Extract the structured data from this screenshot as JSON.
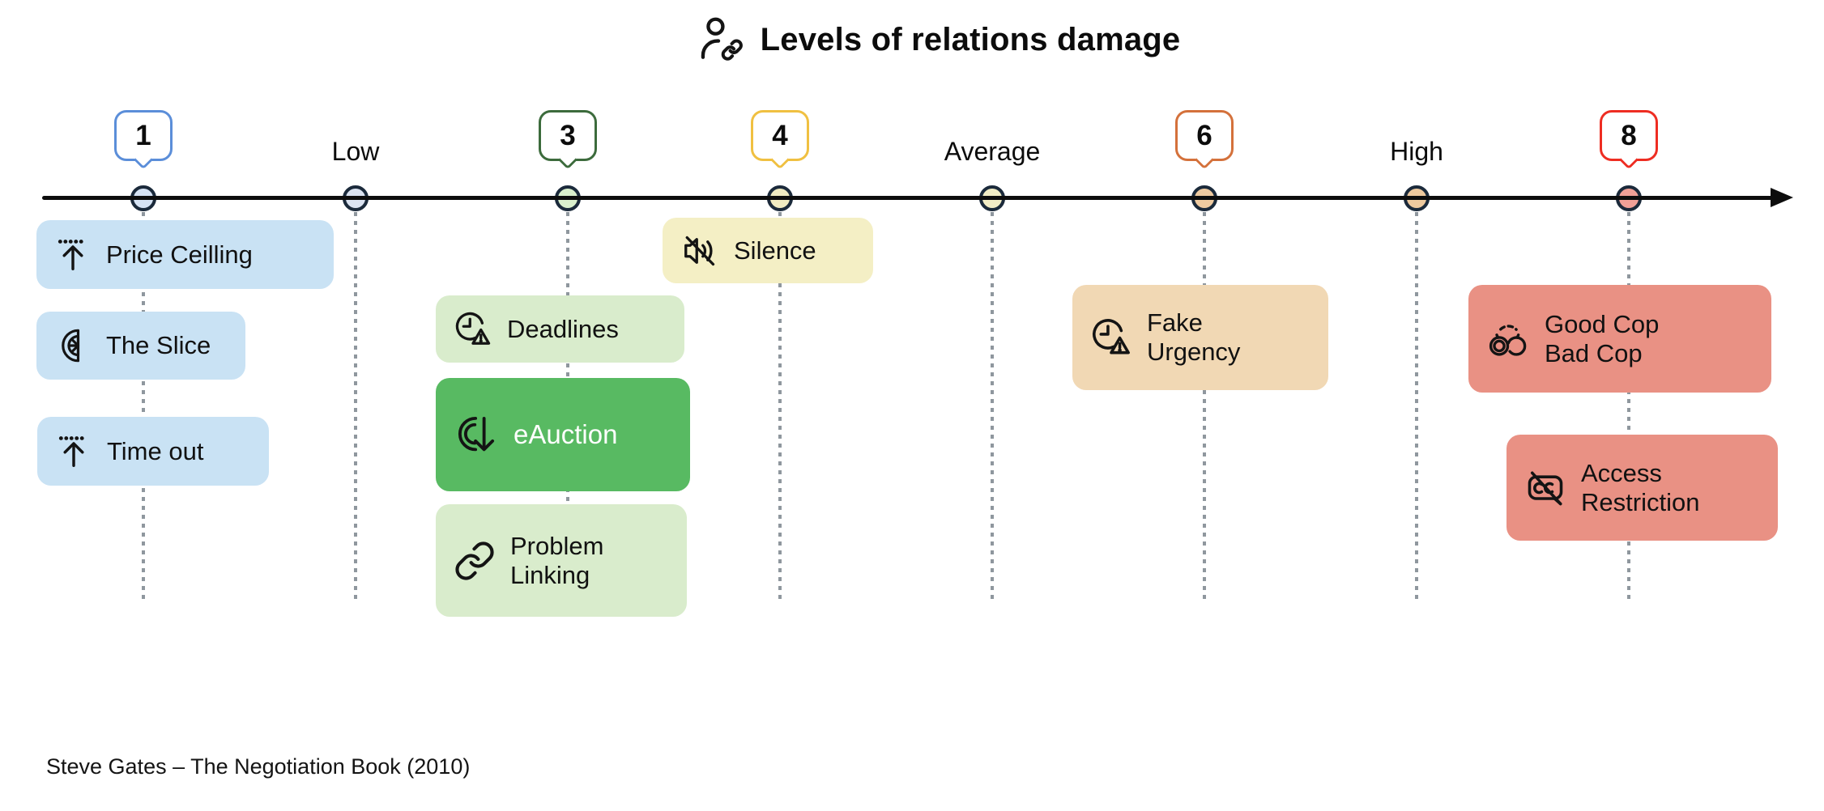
{
  "title": {
    "icon": "person-link-icon",
    "text": "Levels of relations damage"
  },
  "axis": {
    "line_color": "#0d0d0d",
    "point_border_color": "#1b2a3b",
    "guide_color": "#8f979e"
  },
  "markers": [
    {
      "kind": "badge",
      "badge": "1",
      "accent": "#5b8ed9",
      "fill": "#d6e3f4"
    },
    {
      "kind": "label",
      "label": "Low",
      "fill": "#dbe3f1"
    },
    {
      "kind": "badge",
      "badge": "3",
      "accent": "#3c6b3c",
      "fill": "#daf0cd"
    },
    {
      "kind": "badge",
      "badge": "4",
      "accent": "#f0c041",
      "fill": "#f0ebc2"
    },
    {
      "kind": "label",
      "label": "Average",
      "fill": "#f2edc6"
    },
    {
      "kind": "badge",
      "badge": "6",
      "accent": "#d4713b",
      "fill": "#efcba1"
    },
    {
      "kind": "label",
      "label": "High",
      "fill": "#eeca9f"
    },
    {
      "kind": "badge",
      "badge": "8",
      "accent": "#ee2d22",
      "fill": "#f0a097"
    }
  ],
  "cards": [
    {
      "label": "Price Ceilling",
      "icon": "ceiling-arrow-icon",
      "bg": "#c9e2f4",
      "text": "#111111"
    },
    {
      "label": "The Slice",
      "icon": "half-slice-icon",
      "bg": "#c9e2f4",
      "text": "#111111"
    },
    {
      "label": "Time out",
      "icon": "ceiling-arrow-icon",
      "bg": "#c9e2f4",
      "text": "#111111"
    },
    {
      "label": "Deadlines",
      "icon": "clock-warning-icon",
      "bg": "#d9eccc",
      "text": "#111111"
    },
    {
      "label": "eAuction",
      "icon": "auction-down-arrow-icon",
      "bg": "#58ba62",
      "text": "#ffffff"
    },
    {
      "label": "Problem\nLinking",
      "icon": "chain-link-icon",
      "bg": "#d9eccc",
      "text": "#111111"
    },
    {
      "label": "Silence",
      "icon": "muted-speaker-icon",
      "bg": "#f4efc5",
      "text": "#111111"
    },
    {
      "label": "Fake\nUrgency",
      "icon": "clock-warning-icon",
      "bg": "#f1d8b4",
      "text": "#111111"
    },
    {
      "label": "Good Cop\nBad Cop",
      "icon": "handcuffs-icon",
      "bg": "#e99184",
      "text": "#111111"
    },
    {
      "label": "Access\nRestriction",
      "icon": "no-captions-icon",
      "bg": "#e99184",
      "text": "#111111"
    }
  ],
  "source": "Steve Gates – The Negotiation Book (2010)"
}
